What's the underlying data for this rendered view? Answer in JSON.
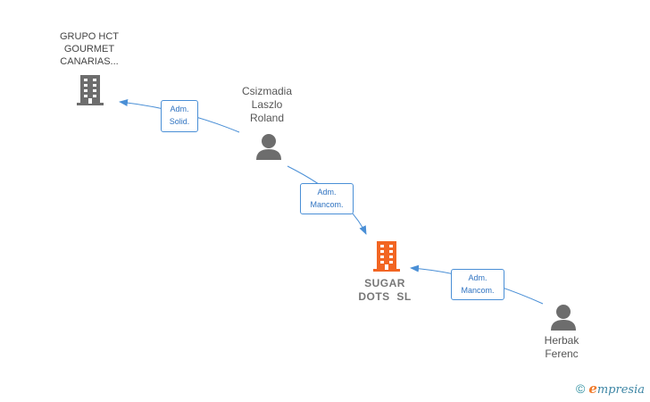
{
  "nodes": {
    "grupo_hct": {
      "label_lines": [
        "GRUPO HCT",
        "GOURMET",
        "CANARIAS..."
      ],
      "icon": "building-icon",
      "color": "#6d6d6d"
    },
    "csizmadia": {
      "label_lines": [
        "Csizmadia",
        "Laszlo",
        "Roland"
      ],
      "icon": "person-icon",
      "color": "#6d6d6d"
    },
    "sugar_dots": {
      "label_lines": [
        "SUGAR",
        "DOTS  SL"
      ],
      "icon": "building-icon",
      "color": "#f26522"
    },
    "herbak": {
      "label_lines": [
        "Herbak",
        "Ferenc"
      ],
      "icon": "person-icon",
      "color": "#6d6d6d"
    }
  },
  "edges": [
    {
      "from": "csizmadia",
      "to": "grupo_hct",
      "label_lines": [
        "Adm.",
        "Solid."
      ]
    },
    {
      "from": "csizmadia",
      "to": "sugar_dots",
      "label_lines": [
        "Adm.",
        "Mancom."
      ]
    },
    {
      "from": "herbak",
      "to": "sugar_dots",
      "label_lines": [
        "Adm.",
        "Mancom."
      ]
    }
  ],
  "colors": {
    "edge": "#4a8fd6",
    "edge_label_text": "#2f73c1"
  },
  "footer": {
    "copyright": "©",
    "brand_initial": "e",
    "brand_rest": "mpresia"
  }
}
